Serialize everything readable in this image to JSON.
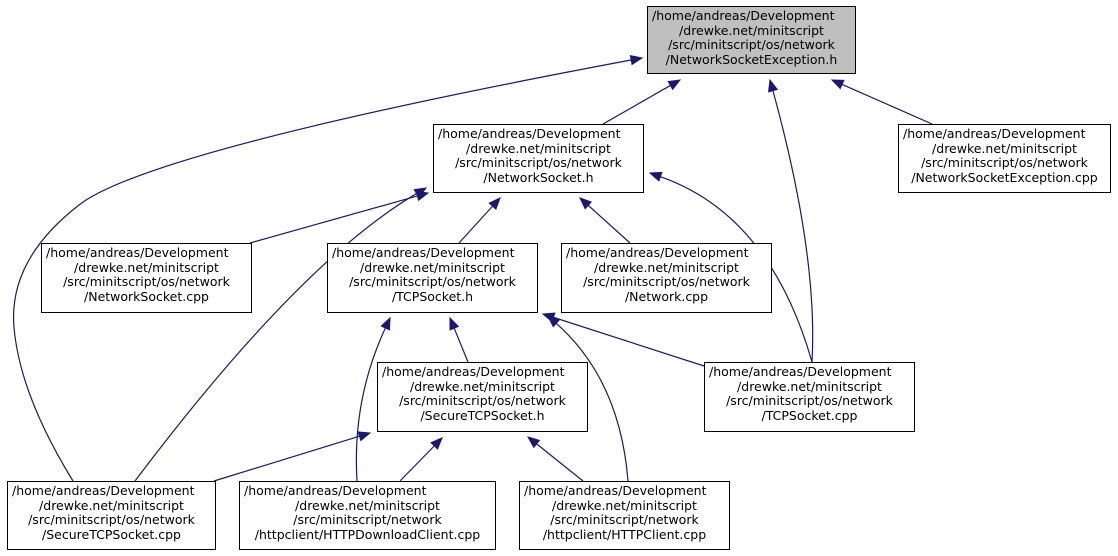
{
  "graph": {
    "colors": {
      "edge": "#191970",
      "border": "#000000",
      "current_fill": "#bfbfbf",
      "fill": "#ffffff"
    },
    "nodes": [
      {
        "id": "n0",
        "current": true,
        "lines": [
          "/home/andreas/Development",
          "/drewke.net/minitscript",
          "/src/minitscript/os/network",
          "/NetworkSocketException.h"
        ]
      },
      {
        "id": "n1",
        "lines": [
          "/home/andreas/Development",
          "/drewke.net/minitscript",
          "/src/minitscript/os/network",
          "/NetworkSocket.h"
        ]
      },
      {
        "id": "n2",
        "lines": [
          "/home/andreas/Development",
          "/drewke.net/minitscript",
          "/src/minitscript/os/network",
          "/NetworkSocketException.cpp"
        ]
      },
      {
        "id": "n3",
        "lines": [
          "/home/andreas/Development",
          "/drewke.net/minitscript",
          "/src/minitscript/os/network",
          "/NetworkSocket.cpp"
        ]
      },
      {
        "id": "n4",
        "lines": [
          "/home/andreas/Development",
          "/drewke.net/minitscript",
          "/src/minitscript/os/network",
          "/TCPSocket.h"
        ]
      },
      {
        "id": "n5",
        "lines": [
          "/home/andreas/Development",
          "/drewke.net/minitscript",
          "/src/minitscript/os/network",
          "/Network.cpp"
        ]
      },
      {
        "id": "n6",
        "lines": [
          "/home/andreas/Development",
          "/drewke.net/minitscript",
          "/src/minitscript/os/network",
          "/SecureTCPSocket.h"
        ]
      },
      {
        "id": "n7",
        "lines": [
          "/home/andreas/Development",
          "/drewke.net/minitscript",
          "/src/minitscript/os/network",
          "/TCPSocket.cpp"
        ]
      },
      {
        "id": "n8",
        "lines": [
          "/home/andreas/Development",
          "/drewke.net/minitscript",
          "/src/minitscript/os/network",
          "/SecureTCPSocket.cpp"
        ]
      },
      {
        "id": "n9",
        "lines": [
          "/home/andreas/Development",
          "/drewke.net/minitscript",
          "/src/minitscript/network",
          "/httpclient/HTTPDownloadClient.cpp"
        ]
      },
      {
        "id": "n10",
        "lines": [
          "/home/andreas/Development",
          "/drewke.net/minitscript",
          "/src/minitscript/network",
          "/httpclient/HTTPClient.cpp"
        ]
      }
    ],
    "edges": [
      {
        "from": "n1",
        "to": "n0"
      },
      {
        "from": "n2",
        "to": "n0"
      },
      {
        "from": "n7",
        "to": "n0"
      },
      {
        "from": "n8",
        "to": "n0"
      },
      {
        "from": "n3",
        "to": "n1"
      },
      {
        "from": "n4",
        "to": "n1"
      },
      {
        "from": "n5",
        "to": "n1"
      },
      {
        "from": "n7",
        "to": "n1"
      },
      {
        "from": "n8",
        "to": "n1"
      },
      {
        "from": "n6",
        "to": "n4"
      },
      {
        "from": "n7",
        "to": "n4"
      },
      {
        "from": "n9",
        "to": "n4"
      },
      {
        "from": "n10",
        "to": "n4"
      },
      {
        "from": "n8",
        "to": "n6"
      },
      {
        "from": "n9",
        "to": "n6"
      },
      {
        "from": "n10",
        "to": "n6"
      }
    ]
  }
}
